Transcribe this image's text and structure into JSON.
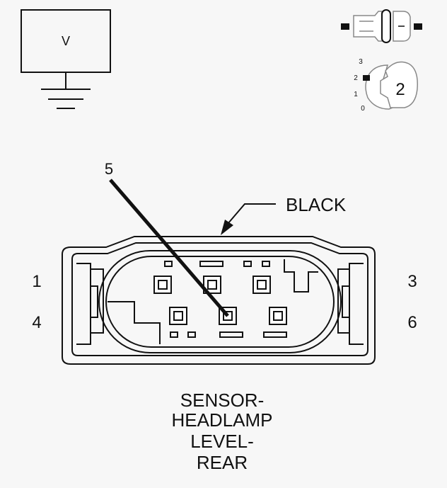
{
  "meter": {
    "symbol": "V"
  },
  "key_indicator": {
    "positions": [
      "3",
      "2",
      "1",
      "0"
    ],
    "selected_position": "2",
    "key_number": "2"
  },
  "connector": {
    "color_label": "BLACK",
    "probe_pin": "5",
    "pin_labels": {
      "top_left": "1",
      "bottom_left": "4",
      "top_right": "3",
      "bottom_right": "6"
    }
  },
  "component": {
    "name_lines": [
      "SENSOR-",
      "HEADLAMP",
      "LEVEL-",
      "REAR"
    ]
  },
  "colors": {
    "line": "#111111",
    "background": "#f7f7f7",
    "icon_fill": "#ffffff"
  }
}
